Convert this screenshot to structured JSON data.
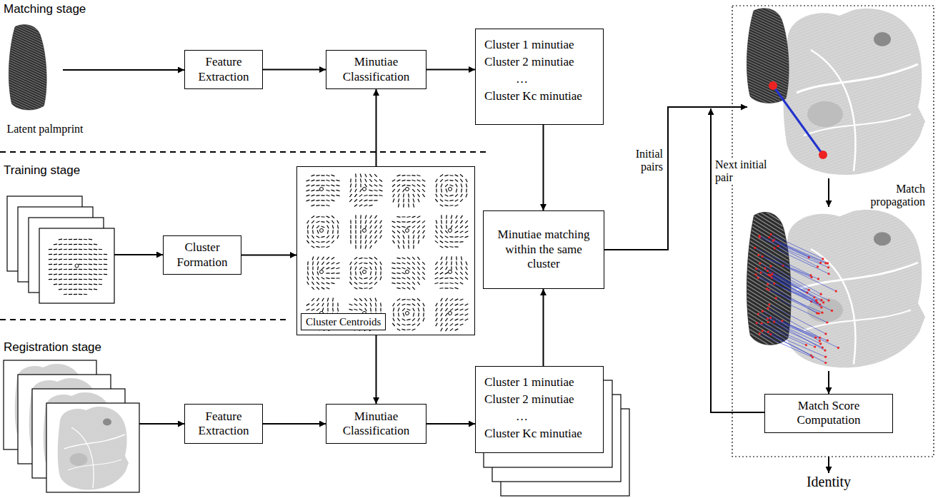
{
  "diagram": {
    "nodes": [
      {
        "text": [
          "Feature Extraction"
        ]
      },
      {
        "text": [
          "Minutiae Classification"
        ]
      },
      {
        "text": [
          "Cluster 1 minutiae",
          "Cluster 2 minutiae",
          "…",
          "Cluster Kc minutiae"
        ]
      },
      {
        "text": [
          "Cluster Formation"
        ]
      },
      {
        "text": [
          "Cluster Centroids"
        ]
      },
      {
        "text": [
          "Minutiae matching within the same cluster"
        ]
      },
      {
        "text": [
          "Feature Extraction"
        ]
      },
      {
        "text": [
          "Minutiae Classification"
        ]
      },
      {
        "text": [
          "Cluster 1 minutiae",
          "Cluster 2 minutiae",
          "…",
          "Cluster Kc minutiae"
        ]
      },
      {
        "text": [
          "Match Score Computation"
        ]
      }
    ],
    "edges": [
      {
        "from": 0,
        "to": 1,
        "arrow": "to"
      },
      {
        "from": 1,
        "to": 2,
        "arrow": "to"
      },
      {
        "from": 3,
        "to": 4,
        "arrow": "to"
      },
      {
        "from": 4,
        "to": 1,
        "arrow": "to"
      },
      {
        "from": 4,
        "to": 7,
        "arrow": "to"
      },
      {
        "from": 6,
        "to": 7,
        "arrow": "to"
      },
      {
        "from": 7,
        "to": 8,
        "arrow": "to"
      },
      {
        "from": 2,
        "to": 5,
        "arrow": "to"
      },
      {
        "from": 8,
        "to": 5,
        "arrow": "to"
      }
    ],
    "labels": [
      "Matching stage",
      "Latent palmprint",
      "Training stage",
      "Registration stage",
      "Initial pairs",
      "Next initial pair",
      "Match propagation",
      "Identity"
    ]
  }
}
